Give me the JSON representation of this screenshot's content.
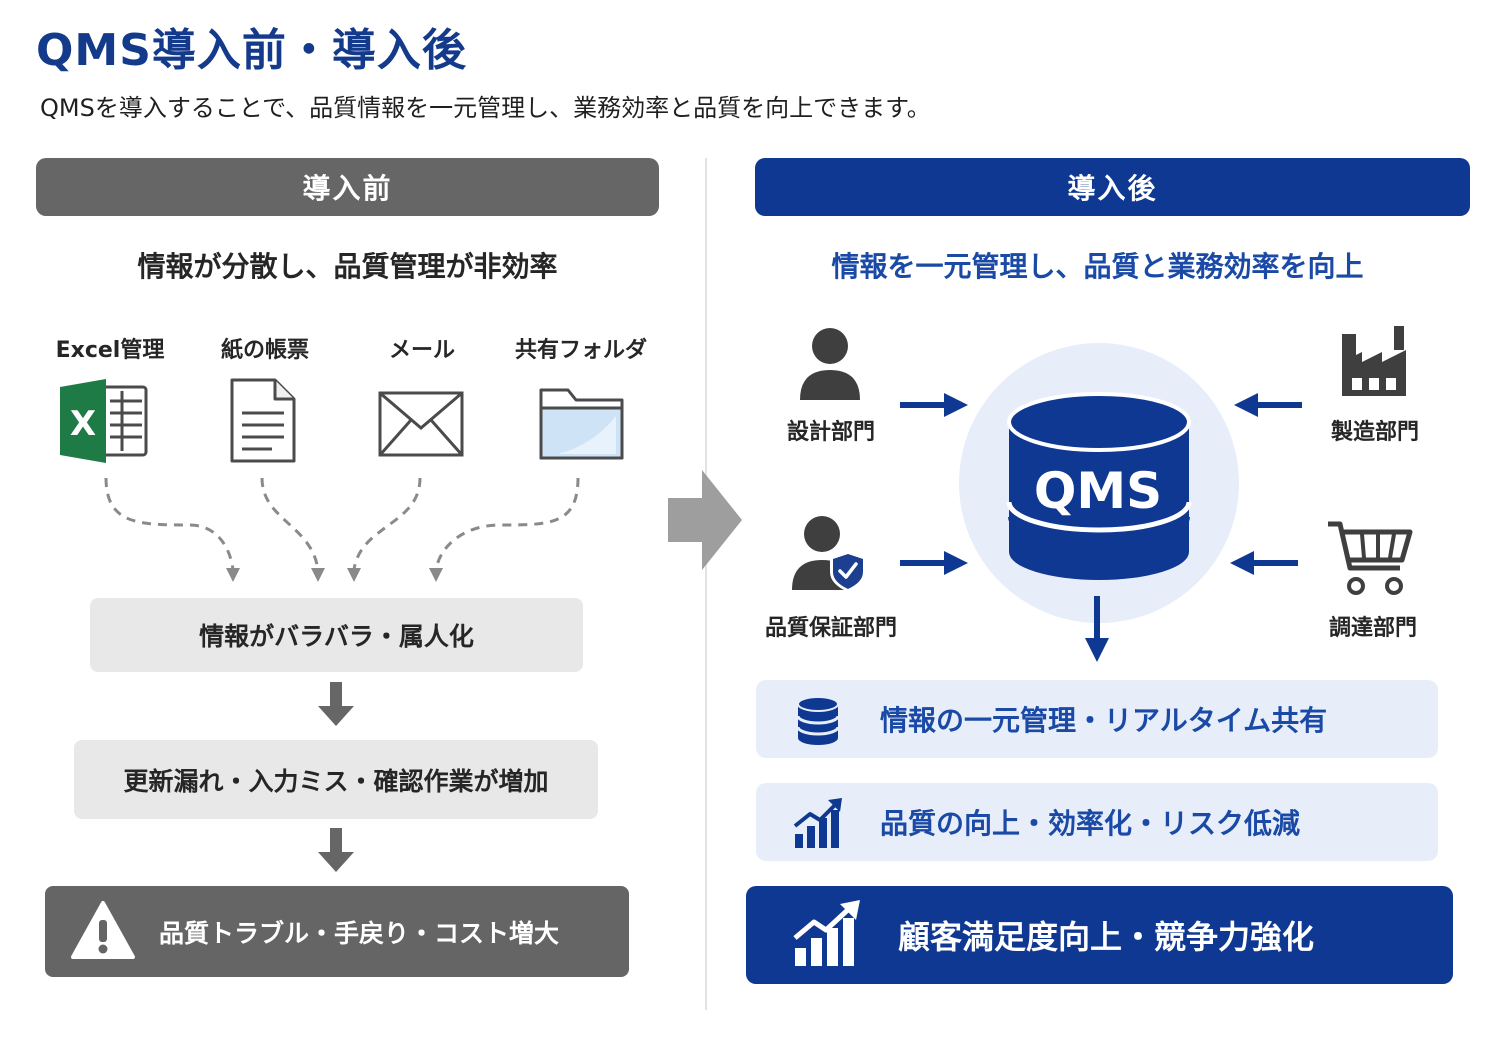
{
  "title": "QMS導入前・導入後",
  "subtitle": "QMSを導入することで、品質情報を一元管理し、業務効率と品質を向上できます。",
  "before": {
    "header": "導入前",
    "summary": "情報が分散し、品質管理が非効率",
    "sources": [
      {
        "label": "Excel管理",
        "icon": "excel-icon"
      },
      {
        "label": "紙の帳票",
        "icon": "paper-document-icon"
      },
      {
        "label": "メール",
        "icon": "mail-icon"
      },
      {
        "label": "共有フォルダ",
        "icon": "folder-icon"
      }
    ],
    "excel_letter": "X",
    "steps": [
      "情報がバラバラ・属人化",
      "更新漏れ・入力ミス・確認作業が増加",
      "品質トラブル・手戻り・コスト増大"
    ]
  },
  "after": {
    "header": "導入後",
    "summary": "情報を一元管理し、品質と業務効率を向上",
    "center": "QMS",
    "departments": [
      {
        "label": "設計部門",
        "icon": "person-icon"
      },
      {
        "label": "製造部門",
        "icon": "factory-icon"
      },
      {
        "label": "品質保証部門",
        "icon": "person-shield-icon"
      },
      {
        "label": "調達部門",
        "icon": "shopping-cart-icon"
      }
    ],
    "results": [
      {
        "label": "情報の一元管理・リアルタイム共有",
        "icon": "database-icon"
      },
      {
        "label": "品質の向上・効率化・リスク低減",
        "icon": "growth-chart-icon"
      },
      {
        "label": "顧客満足度向上・競争力強化",
        "icon": "growth-chart-icon"
      }
    ]
  },
  "colors": {
    "navy": "#0f3892",
    "blue_text": "#1a4aa6",
    "gray": "#666666",
    "light_gray": "#e8e8e8",
    "light_blue": "#e7eefa",
    "excel_green": "#1e7b45"
  }
}
